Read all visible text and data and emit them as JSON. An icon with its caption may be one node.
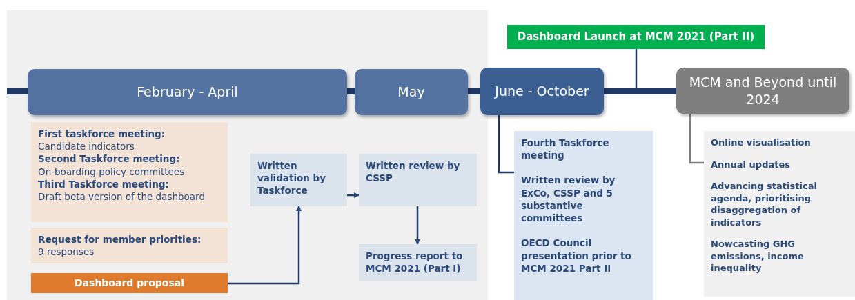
{
  "diagram": {
    "nodes": [
      {
        "text": [
          "February - April"
        ]
      },
      {
        "text": [
          "May"
        ]
      },
      {
        "text": [
          "June - October"
        ]
      },
      {
        "text": [
          "MCM and Beyond until 2024"
        ]
      },
      {
        "text": [
          "Dashboard Launch at MCM 2021 (Part II)"
        ]
      },
      {
        "text": [
          "First taskforce meeting:",
          "Candidate indicators",
          "Second Taskforce meeting:",
          "On-boarding policy committees",
          "Third Taskforce meeting:",
          "Draft beta version of the dashboard"
        ]
      },
      {
        "text": [
          "Request for member priorities:",
          "9 responses"
        ]
      },
      {
        "text": [
          "Dashboard proposal"
        ]
      },
      {
        "text": [
          "Written validation by Taskforce"
        ]
      },
      {
        "text": [
          "Written review by CSSP"
        ]
      },
      {
        "text": [
          "Progress report to MCM 2021 (Part I)"
        ]
      },
      {
        "text": [
          "Fourth Taskforce meeting",
          "Written review by ExCo, CSSP and 5 substantive committees",
          "OECD Council presentation prior to MCM 2021 Part II"
        ]
      },
      {
        "text": [
          "Online visualisation",
          "Annual updates",
          "Advancing statistical agenda, prioritising disaggregation of indicators",
          "Nowcasting GHG emissions, income inequality"
        ]
      }
    ],
    "edges": [
      {
        "from": 0,
        "to": 1,
        "arrow": "none",
        "style": "thick"
      },
      {
        "from": 1,
        "to": 2,
        "arrow": "none",
        "style": "thick"
      },
      {
        "from": 2,
        "to": 3,
        "arrow": "none",
        "style": "thick"
      },
      {
        "from": 4,
        "to": null,
        "arrow": "none"
      },
      {
        "from": 7,
        "to": 8,
        "arrow": "to"
      },
      {
        "from": 8,
        "to": 9,
        "arrow": "to"
      },
      {
        "from": 9,
        "to": 10,
        "arrow": "to"
      },
      {
        "from": 2,
        "to": 11,
        "arrow": "none"
      },
      {
        "from": 3,
        "to": 12,
        "arrow": "none",
        "color": "#7f7f7f"
      }
    ]
  }
}
